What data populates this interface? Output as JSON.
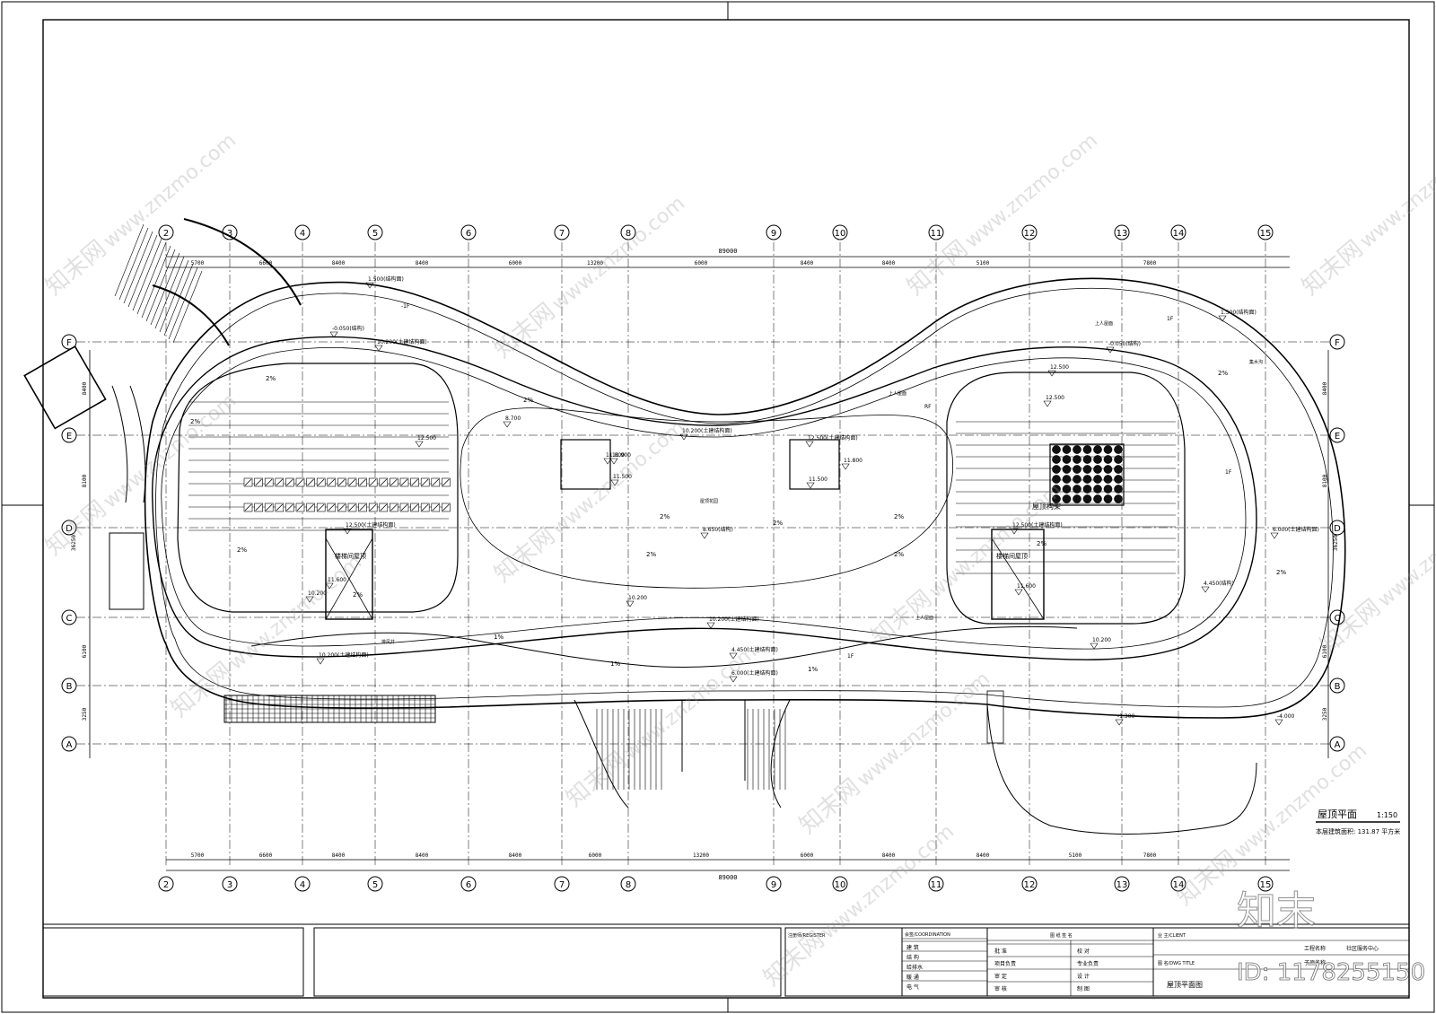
{
  "plan": {
    "title": "屋顶平面",
    "scale": "1:150",
    "area_note": "本层建筑面积: 131.87 平方米"
  },
  "grid": {
    "columns": [
      "2",
      "3",
      "4",
      "5",
      "6",
      "7",
      "8",
      "9",
      "10",
      "11",
      "12",
      "13",
      "14",
      "15"
    ],
    "rows": [
      "F",
      "E",
      "D",
      "C",
      "B",
      "A"
    ]
  },
  "dimensions": {
    "top_total": "89000",
    "top_spans": [
      "5700",
      "6600",
      "8400",
      "8400",
      "6000",
      "13200",
      "6000",
      "8400",
      "8400",
      "5100",
      "7800"
    ],
    "bottom_total": "89000",
    "bottom_spans": [
      "5700",
      "6600",
      "8400",
      "8400",
      "8400",
      "6000",
      "13200",
      "6000",
      "8400",
      "8400",
      "5100",
      "7800"
    ],
    "left_spans": [
      "8400",
      "8100",
      "6100",
      "3250"
    ],
    "left_total": "36250",
    "right_spans": [
      "8400",
      "8100",
      "6100",
      "3250"
    ],
    "right_total": "36250"
  },
  "annotations": {
    "stair_roof_left": "楼梯间屋顶",
    "stair_roof_right": "楼梯间屋顶",
    "roof_frame": "屋顶构架",
    "roof_garden": "屋顶花园",
    "roof_access_1": "上人屋面",
    "roof_access_2": "上人屋面",
    "roof_access_3": "上人屋面",
    "rf": "RF",
    "floor_1f_a": "1F",
    "floor_1f_b": "1F",
    "floor_1f_c": "1F",
    "floor_m1f": "-1F",
    "elevations": [
      "-0.050(结构)",
      "-0.050(结构)",
      "10.200(土建结构面)",
      "10.200(土建结构面)",
      "10.200(土建结构面)",
      "10.200(土建结构面)",
      "10.200",
      "10.200",
      "10.200",
      "12.500",
      "12.500",
      "12.500",
      "12.500(土建结构面)",
      "12.500(土建结构面)",
      "12.500(土建结构面)",
      "11.900",
      "11.800",
      "11.600",
      "11.500",
      "11.500",
      "11.800",
      "11.600",
      "8.700",
      "8.650(结构)",
      "6.000(土建结构面)",
      "6.000(土建结构面)",
      "4.450(结构)",
      "4.450(土建结构面)",
      "-1.300",
      "-4.000",
      "1.500(结构面)",
      "1.500(结构面)"
    ],
    "slopes": [
      "2%",
      "2%",
      "2%",
      "2%",
      "2%",
      "2%",
      "2%",
      "2%",
      "2%",
      "2%",
      "2%",
      "2%",
      "1%",
      "1%",
      "1%",
      "2%"
    ],
    "vent": "排风井",
    "drain": "集水沟"
  },
  "title_block": {
    "registered": "注册师/REGISTER",
    "countersign": "会签/COORDINATION",
    "cs_rows": [
      "建 筑",
      "结 构",
      "给排水",
      "暖 通",
      "电 气"
    ],
    "signature_header": "图 纸 签 名",
    "sig_rows_left": [
      "批 准",
      "项目负责",
      "审 定",
      "审 核"
    ],
    "sig_rows_right": [
      "校 对",
      "专业负责",
      "设 计",
      "制 图"
    ],
    "client_label": "业 主/CLIENT",
    "project_label": "工程名称",
    "project_name": "社区服务中心",
    "subitem_label": "子项名称",
    "drawing_title_label": "图 名/DWG TITLE",
    "drawing_name": "屋顶平面图"
  },
  "watermarks": {
    "site": "www.znzmo.com",
    "brand": "知末网",
    "corner_brand": "知末",
    "id_label": "ID: 1178255150"
  }
}
